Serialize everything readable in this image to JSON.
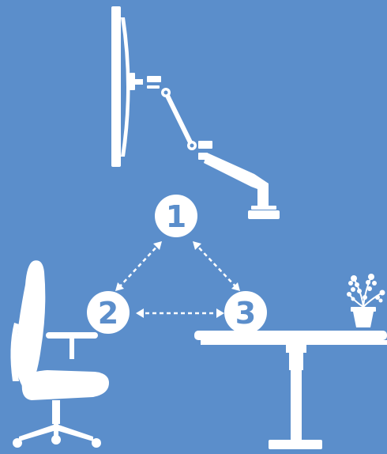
{
  "colors": {
    "background": "#5b8ecb",
    "foreground": "#ffffff"
  },
  "badges": [
    {
      "label": "1"
    },
    {
      "label": "2"
    },
    {
      "label": "3"
    }
  ],
  "icons": {
    "monitor": "monitor-arm-icon",
    "chair": "office-chair-icon",
    "desk": "standing-desk-icon",
    "plant": "potted-plant-icon"
  }
}
